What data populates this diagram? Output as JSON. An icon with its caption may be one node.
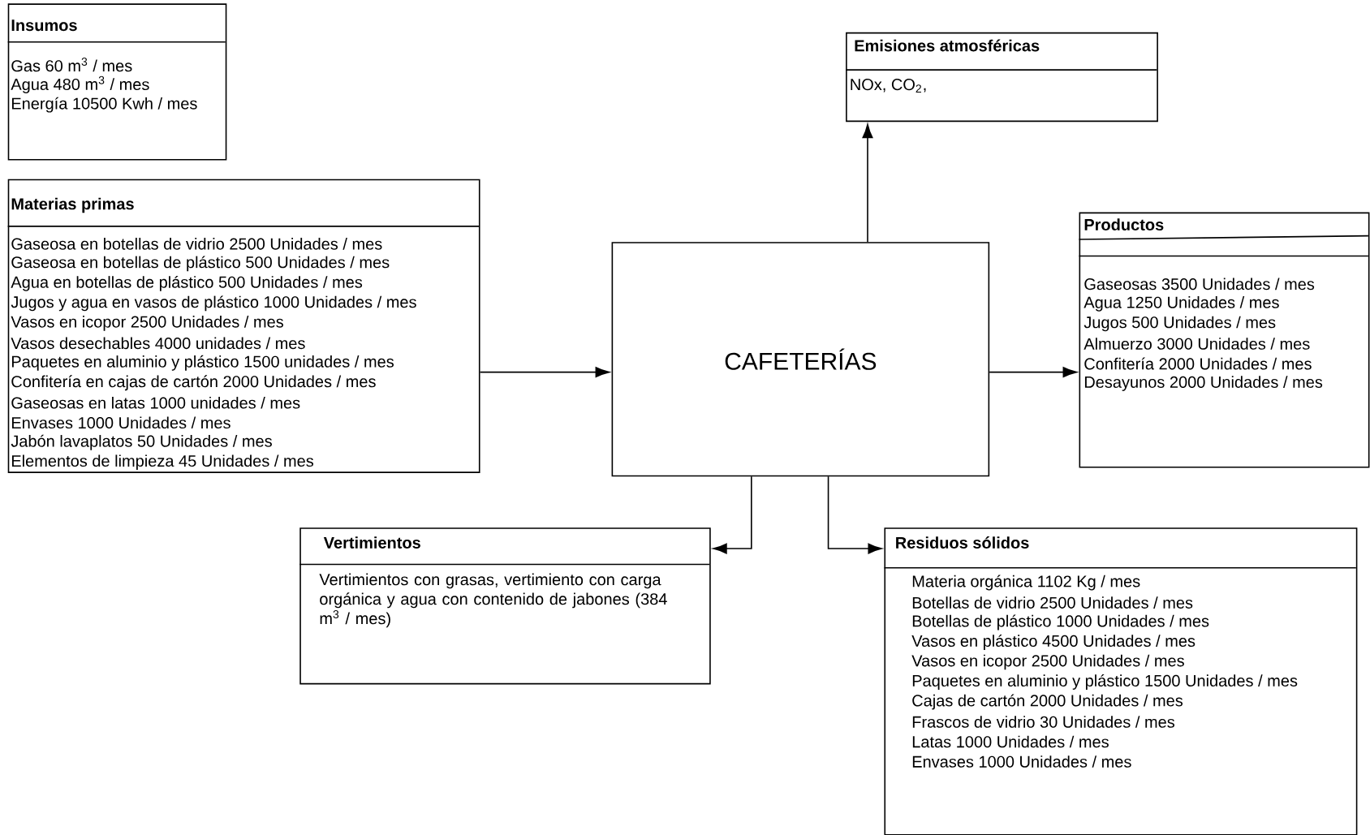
{
  "diagram": {
    "nodes": [
      {
        "text": [
          "Insumos",
          "Gas 60 m$^{3}$ / mes",
          "Agua  480 m$^{3}$  / mes",
          "Energía 10500 Kwh / mes"
        ]
      },
      {
        "text": [
          "Materias primas",
          "Gaseosa en botellas de vidrio 2500 Unidades / mes",
          "Gaseosa en botellas de plástico 500 Unidades / mes",
          "Agua en botellas de plástico 500 Unidades / mes",
          "Jugos y agua en vasos de plástico  1000 Unidades / mes",
          "Vasos en icopor  2500 Unidades / mes",
          "Vasos desechables 4000 unidades / mes",
          "Paquetes en aluminio y plástico 1500 unidades / mes",
          "Confitería en cajas de cartón 2000 Unidades / mes",
          "Gaseosas en latas 1000 unidades / mes",
          "Envases 1000 Unidades / mes",
          "Jabón lavaplatos 50 Unidades / mes",
          "Elementos de limpieza 45 Unidades / mes"
        ]
      },
      {
        "text": [
          "CAFETERÍAS"
        ]
      },
      {
        "text": [
          "Emisiones atmosféricas",
          "NOx, CO$_{2}$,"
        ]
      },
      {
        "text": [
          "Productos",
          "Gaseosas  3500 Unidades / mes",
          "Agua 1250 Unidades / mes",
          "Jugos  500  Unidades  /  mes",
          "Almuerzo 3000 Unidades / mes",
          "Confitería  2000  Unidades  /  mes",
          "Desayunos 2000 Unidades / mes"
        ]
      },
      {
        "text": [
          "Vertimientos",
          "Vertimientos con grasas, vertimiento con carga orgánica y agua con contenido de jabones (384 m$^{3}$ / mes)"
        ]
      },
      {
        "text": [
          "Residuos sólidos",
          "Materia orgánica 1102 Kg / mes",
          "Botellas de vidrio 2500 Unidades / mes",
          "Botellas de plástico 1000 Unidades / mes",
          "Vasos en plástico 4500 Unidades / mes",
          "Vasos en icopor  2500 Unidades / mes",
          "Paquetes en aluminio y plástico 1500 Unidades / mes",
          "Cajas de cartón 2000 Unidades / mes",
          "Frascos de vidrio 30 Unidades / mes",
          "Latas 1000 Unidades / mes",
          "Envases 1000 Unidades / mes"
        ]
      }
    ],
    "edges": [
      {
        "from": 1,
        "to": 2,
        "arrow": "to"
      },
      {
        "from": 2,
        "to": 3,
        "arrow": "to"
      },
      {
        "from": 2,
        "to": 4,
        "arrow": "to"
      },
      {
        "from": 2,
        "to": 5,
        "arrow": "to"
      },
      {
        "from": 2,
        "to": 6,
        "arrow": "to"
      }
    ]
  }
}
